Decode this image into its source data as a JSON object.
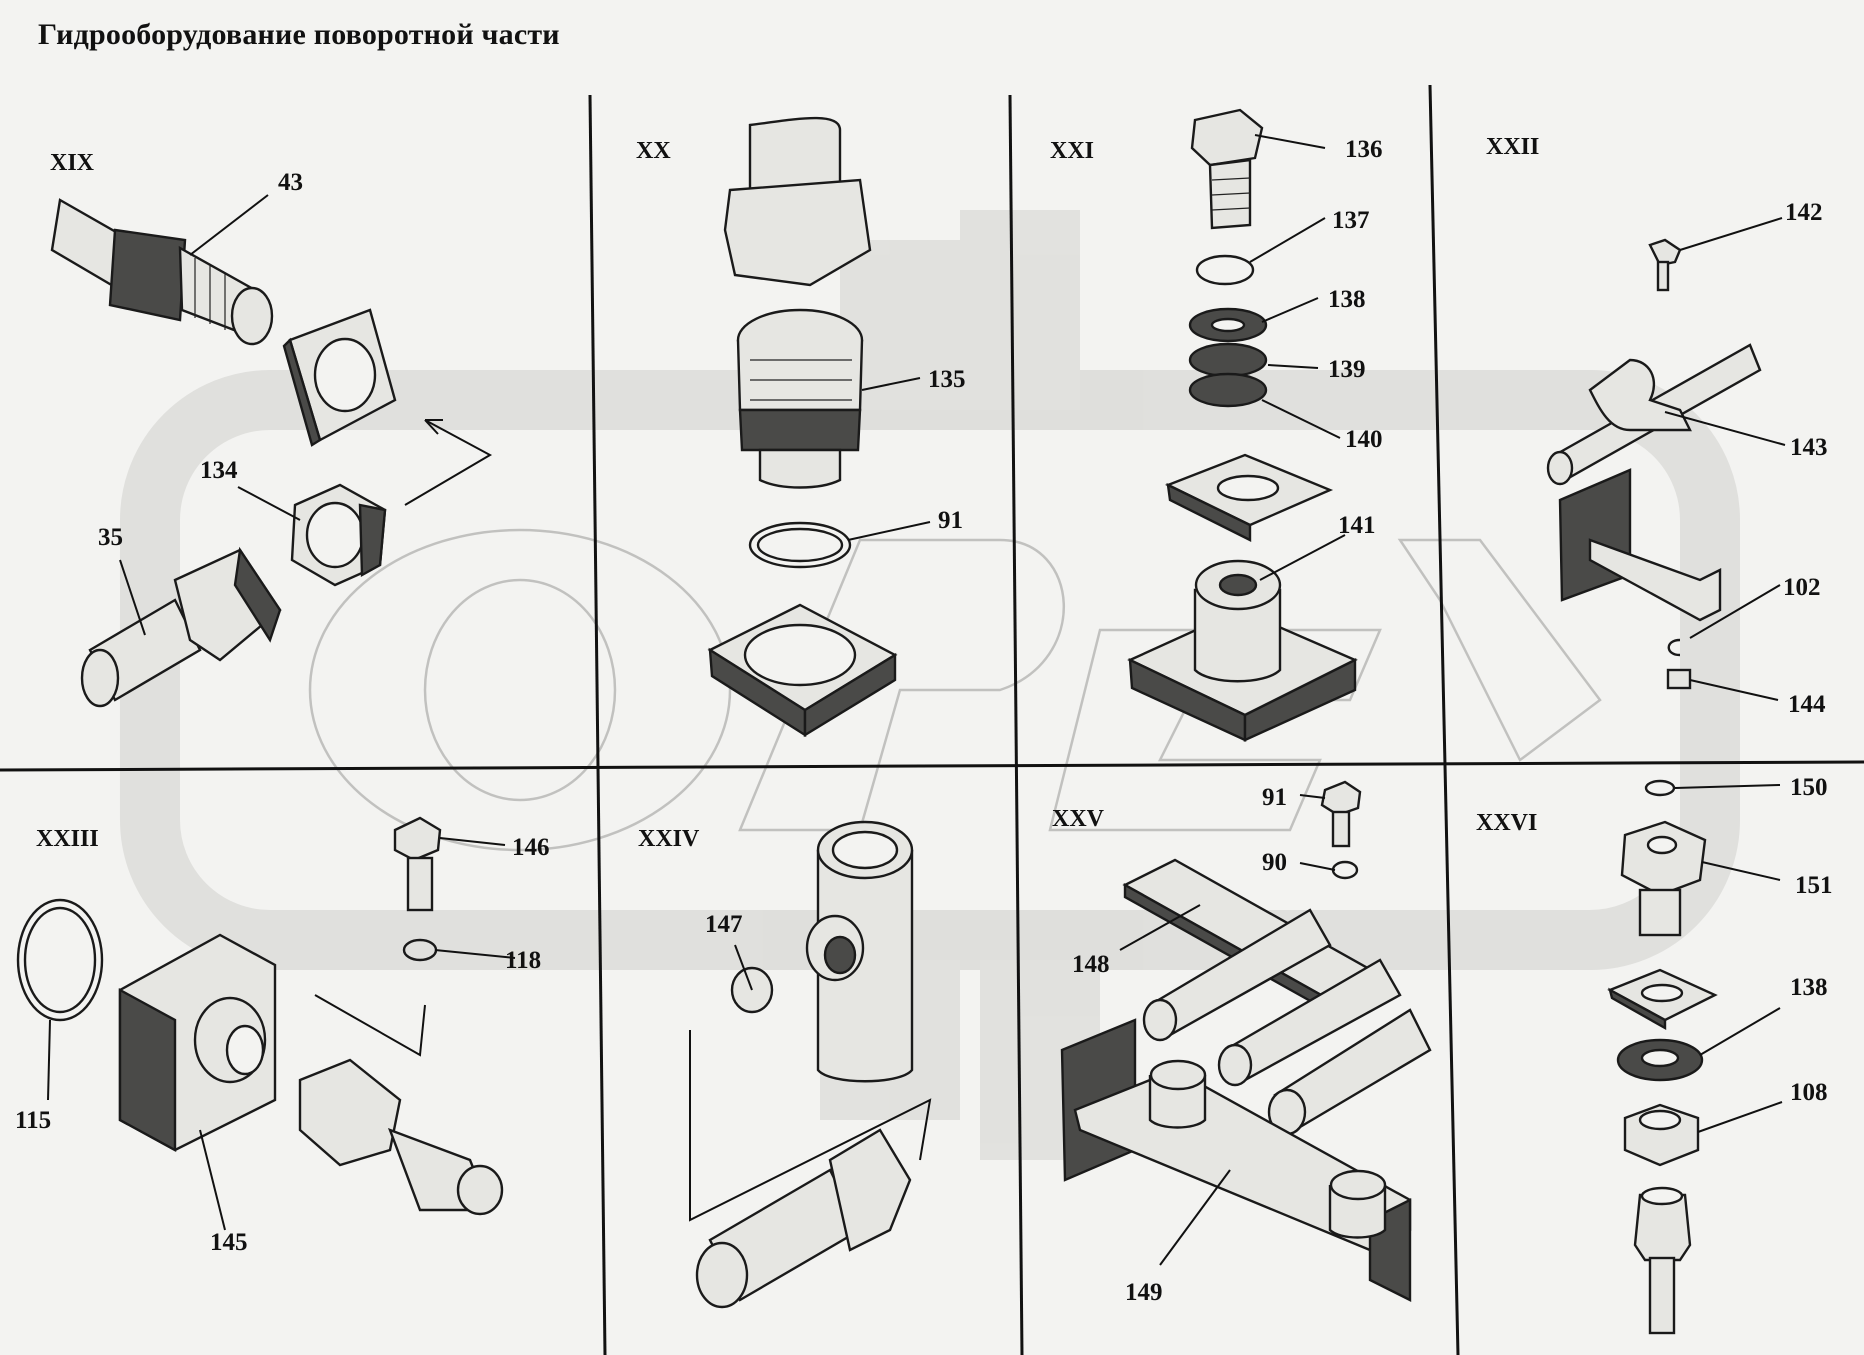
{
  "title": "Гидрооборудование поворотной части",
  "colors": {
    "background": "#f3f3f1",
    "ink": "#111111",
    "watermark": "#c8c8c6"
  },
  "watermark": {
    "text": "ОРЕХ"
  },
  "sections": [
    {
      "id": "XIX",
      "label": "XIX"
    },
    {
      "id": "XX",
      "label": "XX"
    },
    {
      "id": "XXI",
      "label": "XXI"
    },
    {
      "id": "XXII",
      "label": "XXII"
    },
    {
      "id": "XXIII",
      "label": "XXIII"
    },
    {
      "id": "XXIV",
      "label": "XXIV"
    },
    {
      "id": "XXV",
      "label": "XXV"
    },
    {
      "id": "XXVI",
      "label": "XXVI"
    }
  ],
  "callouts": [
    "43",
    "134",
    "35",
    "135",
    "91",
    "136",
    "137",
    "138",
    "139",
    "140",
    "141",
    "142",
    "143",
    "102",
    "144",
    "146",
    "118",
    "115",
    "145",
    "147",
    "91",
    "90",
    "148",
    "149",
    "150",
    "151",
    "138",
    "108"
  ]
}
